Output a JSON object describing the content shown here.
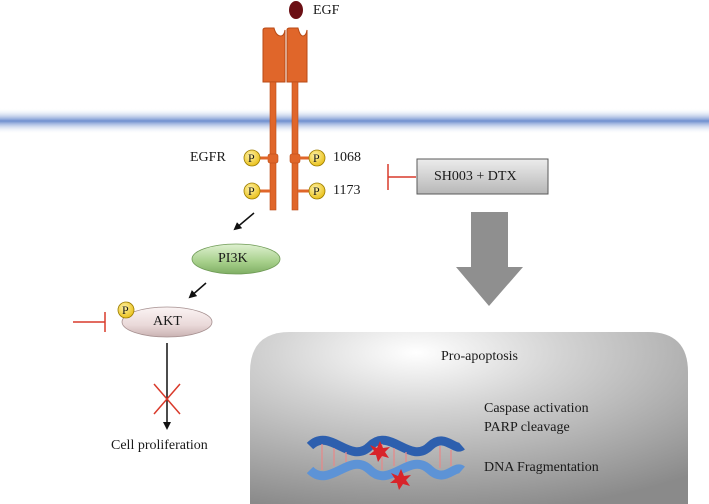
{
  "ligand": {
    "label": "EGF"
  },
  "receptor": {
    "label": "EGFR",
    "phospho_mark": "P",
    "sites": [
      "1068",
      "1173"
    ]
  },
  "pathway": {
    "pi3k": "PI3K",
    "akt": "AKT",
    "akt_phospho_mark": "P",
    "outcome": "Cell proliferation"
  },
  "treatment": {
    "label": "SH003 + DTX"
  },
  "apoptosis": {
    "title": "Pro-apoptosis",
    "events": [
      "Caspase activation",
      "PARP cleavage",
      "DNA Fragmentation"
    ]
  },
  "colors": {
    "receptor": "#e0662a",
    "receptor_dark": "#b84a16",
    "ligand": "#6b0f14",
    "membrane": "#6f8fcf",
    "phospho": "#f2cf2a",
    "inhibit": "#d93a2b",
    "pill": "#a6cf8a",
    "akt": "#ead9d9",
    "treatment_box": "#cfcfcf",
    "big_arrow": "#8f8f8f",
    "dna_blue": "#2d5fae",
    "dna_red": "#d8242a"
  }
}
